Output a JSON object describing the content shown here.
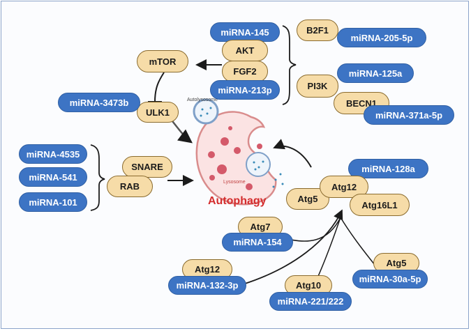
{
  "diagram": {
    "center": {
      "title": "Autophagy",
      "autolysosome_label": "Autolysosome",
      "lysosome_label": "Lysosome"
    },
    "top_left": {
      "mtor": "mTOR",
      "ulk1": "ULK1",
      "mirna_3473b": "miRNA-3473b"
    },
    "top_middle": {
      "mirna_145": "miRNA-145",
      "akt": "AKT",
      "fgf2": "FGF2",
      "mirna_213p": "miRNA-213p"
    },
    "top_right": {
      "b2f1": "B2F1",
      "mirna_205_5p": "miRNA-205-5p",
      "mirna_125a": "miRNA-125a",
      "pi3k": "PI3K",
      "becn1": "BECN1",
      "mirna_371a_5p": "miRNA-371a-5p"
    },
    "left": {
      "mirna_4535": "miRNA-4535",
      "mirna_541": "miRNA-541",
      "mirna_101": "miRNA-101",
      "snare": "SNARE",
      "rab": "RAB"
    },
    "right": {
      "mirna_128a": "miRNA-128a",
      "atg5": "Atg5",
      "atg12": "Atg12",
      "atg16l1": "Atg16L1"
    },
    "bottom": {
      "atg7": "Atg7",
      "mirna_154": "miRNA-154",
      "atg12": "Atg12",
      "mirna_132_3p": "miRNA-132-3p",
      "atg10": "Atg10",
      "mirna_221_222": "miRNA-221/222",
      "atg5": "Atg5",
      "mirna_30a_5p": "miRNA-30a-5p"
    }
  },
  "colors": {
    "mirna_fill": "#3d74c4",
    "protein_fill": "#f6dca8",
    "protein_border": "#8a6b2e",
    "autophagy_text": "#d42d2d",
    "frame_border": "#8aa3c9"
  }
}
